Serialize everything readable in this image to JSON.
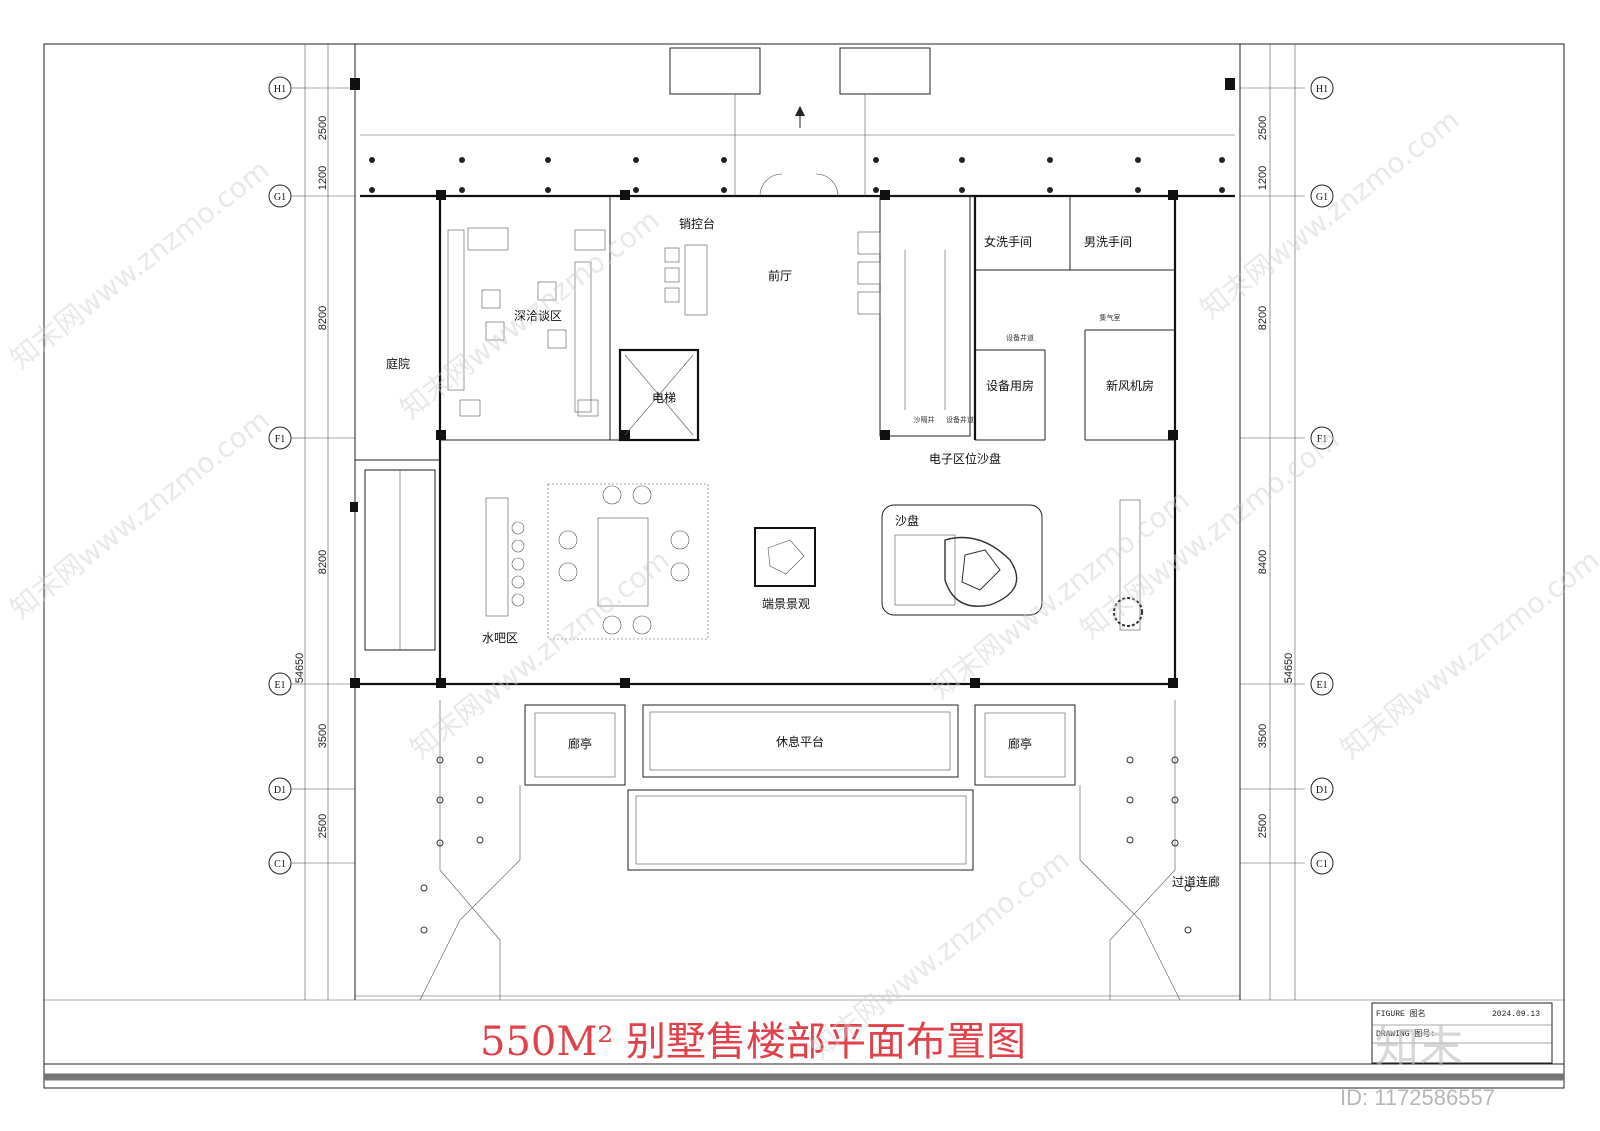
{
  "title": "550M² 别墅售楼部平面布置图",
  "grid": {
    "labels": [
      "H1",
      "G1",
      "F1",
      "E1",
      "D1",
      "C1"
    ],
    "dims": [
      "2500",
      "1200",
      "8200",
      "8400",
      "3500",
      "2500"
    ],
    "total": "54650"
  },
  "rooms": {
    "courtyard": "庭院",
    "negotiation": "深洽谈区",
    "sales_desk": "销控台",
    "lobby": "前厅",
    "elevator": "电梯",
    "womens_wc": "女洗手间",
    "mens_wc": "男洗手间",
    "equipment": "设备用房",
    "fresh_air": "新风机房",
    "electronic_sandtable": "电子区位沙盘",
    "sandtable": "沙盘",
    "end_landscape": "端景景观",
    "water_bar": "水吧区",
    "pavilion_left": "廊亭",
    "rest_platform": "休息平台",
    "pavilion_right": "廊亭",
    "corridor": "过道连廊",
    "equip_small_1": "设备井道",
    "equip_small_2": "沙隔井",
    "equip_small_3": "设备井道",
    "fresh_small": "集气室"
  },
  "title_block": {
    "figure": "FIGURE 图名",
    "drawing": "DRAWING 图号:",
    "date": "2024.09.13"
  },
  "watermark": {
    "text": "知末网www.znzmo.com",
    "brand": "知末",
    "id": "ID: 1172586557"
  },
  "colors": {
    "title": "#e0424a",
    "line": "#222222",
    "watermark": "#cfcfcf"
  }
}
